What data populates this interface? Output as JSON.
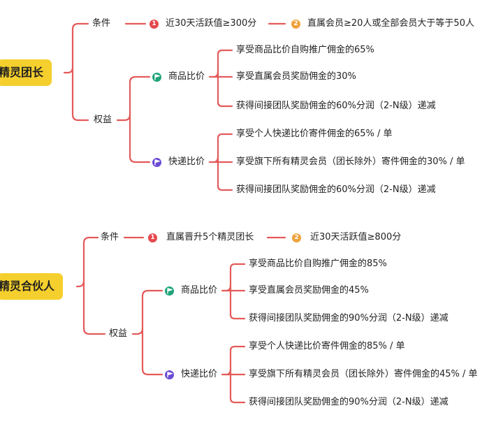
{
  "section1": {
    "root": "精灵团长",
    "condition_label": "条件",
    "condition1": "近30天活跃值≥300分",
    "condition2": "直属会员≥20人或全部会员大于等于50人",
    "benefit_label": "权益",
    "goods_label": "商品比价",
    "goods_items": [
      "享受商品比价自购推广佣金的65%",
      "享受直属会员奖励佣金的30%",
      "获得间接团队奖励佣金的60%分润（2-N级）递减"
    ],
    "express_label": "快递比价",
    "express_items": [
      "享受个人快递比价寄件佣金的65% / 单",
      "享受旗下所有精灵会员（团长除外）寄件佣金的30% / 单",
      "获得间接团队奖励佣金的60%分润（2-N级）递减"
    ]
  },
  "section2": {
    "root": "精灵合伙人",
    "condition_label": "条件",
    "condition1": "直属晋升5个精灵团长",
    "condition2": "近30天活跃值≥800分",
    "benefit_label": "权益",
    "goods_label": "商品比价",
    "goods_items": [
      "享受商品比价自购推广佣金的85%",
      "享受直属会员奖励佣金的45%",
      "获得间接团队奖励佣金的90%分润（2-N级）递减"
    ],
    "express_label": "快递比价",
    "express_items": [
      "享受个人快递比价寄件佣金的85% / 单",
      "享受旗下所有精灵会员（团长除外）寄件佣金的45% / 单",
      "获得间接团队奖励佣金的90%分润（2-N级）递减"
    ]
  },
  "markers": {
    "first": "1",
    "second": "2"
  },
  "colors": {
    "root_fill": "#f5cf2d",
    "branch_line": "#e45a5a",
    "marker_red": "#e5484d",
    "marker_orange": "#f0a23c",
    "flag_green": "#1fa37a",
    "flag_purple": "#6b4bd6"
  }
}
